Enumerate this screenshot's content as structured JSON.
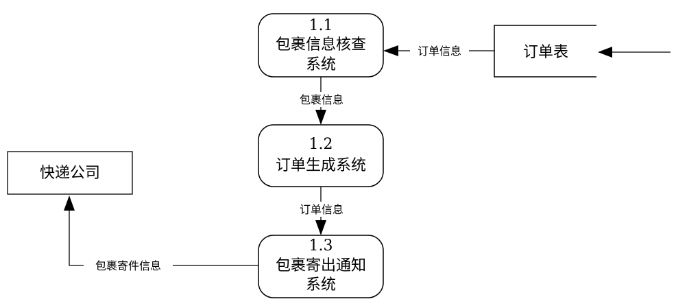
{
  "processes": [
    {
      "number": "1.1",
      "line1": "包裹信息核查",
      "line2": "系统"
    },
    {
      "number": "1.2",
      "line1": "订单生成系统"
    },
    {
      "number": "1.3",
      "line1": "包裹寄出通知",
      "line2": "系统"
    }
  ],
  "data_store": {
    "label": "订单表"
  },
  "external_entity": {
    "label": "快递公司"
  },
  "flows": {
    "store_to_p1": "订单信息",
    "p1_to_p2": "包裹信息",
    "p2_to_p3": "订单信息",
    "p3_to_entity": "包裹寄件信息"
  }
}
